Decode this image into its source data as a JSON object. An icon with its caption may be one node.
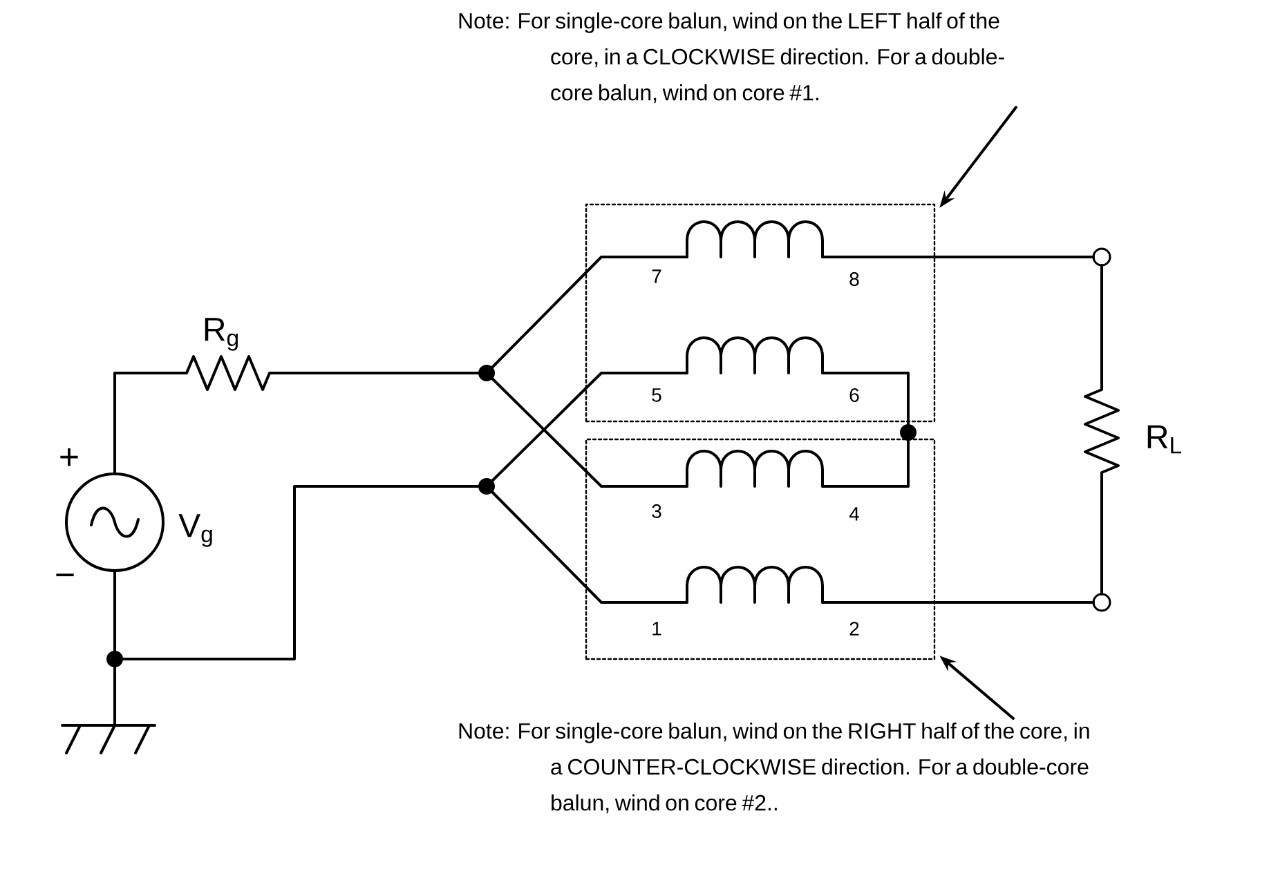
{
  "diagram": {
    "nodes": [
      {
        "text": [
          "Note: For single-core balun, wind on the LEFT half of the core, in a CLOCKWISE direction. For a double-core balun, wind on core #1."
        ]
      },
      {
        "text": [],
        "shape": "box"
      },
      {
        "text": [],
        "shape": "box"
      },
      {
        "text": [
          "Note: For single-core balun, wind on the RIGHT half of the core, in a COUNTER-CLOCKWISE direction. For a double-core balun, wind on core #2.."
        ]
      }
    ],
    "edges": [
      {
        "from": 0,
        "to": 1,
        "arrow": "to"
      },
      {
        "from": 3,
        "to": 2,
        "arrow": "to"
      }
    ],
    "labels": [
      "R$_{g}$",
      "+",
      "V$_{g}$",
      "−",
      "7",
      "8",
      "5",
      "6",
      "3",
      "4",
      "1",
      "2",
      "R$_{L}$"
    ]
  }
}
